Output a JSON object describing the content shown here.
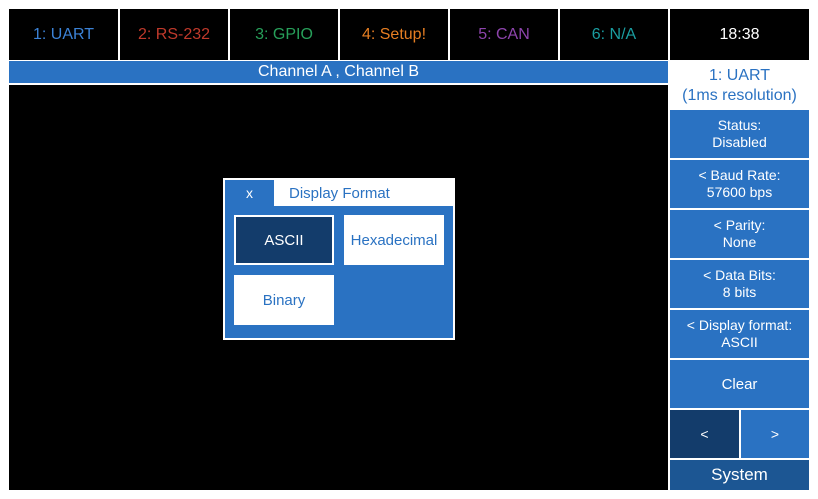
{
  "tabs": [
    {
      "label": "1: UART",
      "color": "#3b82d6"
    },
    {
      "label": "2: RS-232",
      "color": "#c0392b"
    },
    {
      "label": "3: GPIO",
      "color": "#27a05a"
    },
    {
      "label": "4: Setup!",
      "color": "#e67e22"
    },
    {
      "label": "5: CAN",
      "color": "#8e44ad"
    },
    {
      "label": "6: N/A",
      "color": "#1a9da0"
    }
  ],
  "clock": "18:38",
  "main": {
    "channel_header": "Channel A , Channel B"
  },
  "dialog": {
    "close_label": "x",
    "title": "Display Format",
    "options": {
      "ascii": "ASCII",
      "hexadecimal": "Hexadecimal",
      "binary": "Binary"
    },
    "selected": "ASCII"
  },
  "sidebar": {
    "title_line1": "1: UART",
    "title_line2": "(1ms resolution)",
    "status": {
      "label": "Status:",
      "value": "Disabled"
    },
    "baud": {
      "label": "< Baud Rate:",
      "value": "57600 bps"
    },
    "parity": {
      "label": "< Parity:",
      "value": "None"
    },
    "data_bits": {
      "label": "< Data Bits:",
      "value": "8 bits"
    },
    "display_format": {
      "label": "< Display format:",
      "value": "ASCII"
    },
    "clear_label": "Clear",
    "prev_label": "<",
    "next_label": ">",
    "system_label": "System"
  },
  "colors": {
    "accent": "#2a72c2",
    "accent_dark": "#133c6b",
    "background": "#000000"
  }
}
